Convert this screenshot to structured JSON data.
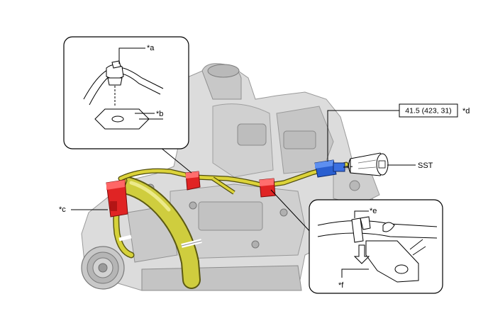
{
  "callouts": {
    "a": "*a",
    "b": "*b",
    "c": "*c",
    "d": "*d",
    "e": "*e",
    "f": "*f"
  },
  "torque_spec": "41.5 (423, 31)",
  "tool_label": "SST",
  "colors": {
    "engine_fill": "#d9d9d9",
    "engine_shadow": "#a6a6a6",
    "harness": "#d6c92a",
    "harness_dark": "#6f6a12",
    "clamp": "#e02424",
    "sensor": "#2a5fd0",
    "hose": "#c9c83a",
    "line": "#000000"
  }
}
